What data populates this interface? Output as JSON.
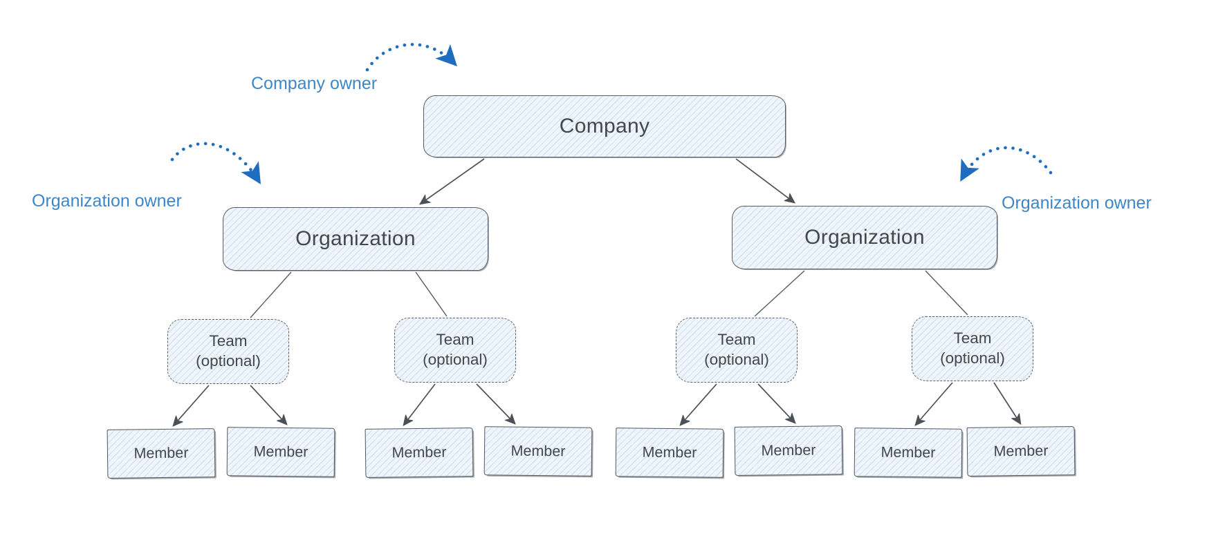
{
  "nodes": {
    "company": {
      "label": "Company"
    },
    "organizations": [
      {
        "label": "Organization"
      },
      {
        "label": "Organization"
      }
    ],
    "teams": [
      {
        "line1": "Team",
        "line2": "(optional)"
      },
      {
        "line1": "Team",
        "line2": "(optional)"
      },
      {
        "line1": "Team",
        "line2": "(optional)"
      },
      {
        "line1": "Team",
        "line2": "(optional)"
      }
    ],
    "members": [
      {
        "label": "Member"
      },
      {
        "label": "Member"
      },
      {
        "label": "Member"
      },
      {
        "label": "Member"
      },
      {
        "label": "Member"
      },
      {
        "label": "Member"
      },
      {
        "label": "Member"
      },
      {
        "label": "Member"
      }
    ]
  },
  "annotations": {
    "company_owner": {
      "label": "Company owner"
    },
    "organization_owner_left": {
      "label": "Organization owner"
    },
    "organization_owner_right": {
      "label": "Organization owner"
    }
  },
  "colors": {
    "background": "#ffffff",
    "node_fill": "#eff5fb",
    "node_hatch": "#92b8db",
    "node_border": "#565b60",
    "node_text": "#43484d",
    "connector": "#4b5157",
    "annotation_text": "#3d86c8",
    "annotation_arrow": "#1f6dc1"
  }
}
